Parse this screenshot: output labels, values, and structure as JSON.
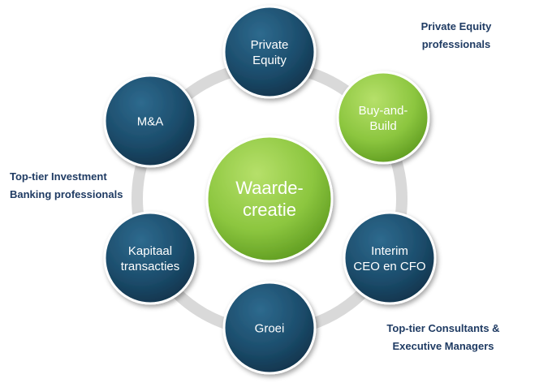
{
  "center": {
    "lines": [
      "Waarde-",
      "creatie"
    ],
    "color": "#8cc63f"
  },
  "nodes": [
    {
      "id": "private-equity",
      "lines": [
        "Private",
        "Equity"
      ],
      "color": "#1c4d6c"
    },
    {
      "id": "buy-and-build",
      "lines": [
        "Buy-and-",
        "Build"
      ],
      "color": "#8cc63f"
    },
    {
      "id": "interim-ceo-cfo",
      "lines": [
        "Interim",
        "CEO en CFO"
      ],
      "color": "#1c4d6c"
    },
    {
      "id": "groei",
      "lines": [
        "Groei"
      ],
      "color": "#1c4d6c"
    },
    {
      "id": "kapitaal-transacties",
      "lines": [
        "Kapitaal",
        "transacties"
      ],
      "color": "#1c4d6c"
    },
    {
      "id": "m-and-a",
      "lines": [
        "M&A"
      ],
      "color": "#1c4d6c"
    }
  ],
  "ring_color": "#d9d9d9",
  "labels": {
    "private_equity": [
      "Private Equity",
      "professionals"
    ],
    "investment_banking": [
      "Top-tier Investment",
      "Banking professionals"
    ],
    "consultants": [
      "Top-tier Consultants &",
      "Executive Managers"
    ]
  }
}
